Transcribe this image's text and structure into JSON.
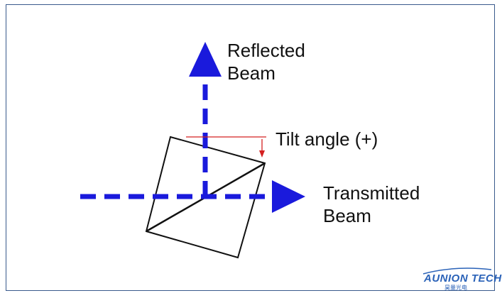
{
  "labels": {
    "reflected_line1": "Reflected",
    "reflected_line2": "Beam",
    "tilt": "Tilt angle (+)",
    "transmitted_line1": "Transmitted",
    "transmitted_line2": "Beam"
  },
  "logo": {
    "name": "AUNION TECH",
    "subtitle": "昊量光电"
  },
  "colors": {
    "beam": "#1a1adc",
    "tilt_indicator": "#d42020",
    "cube_outline": "#111111",
    "frame_border": "#3a5a8c",
    "logo": "#2a62b8"
  }
}
